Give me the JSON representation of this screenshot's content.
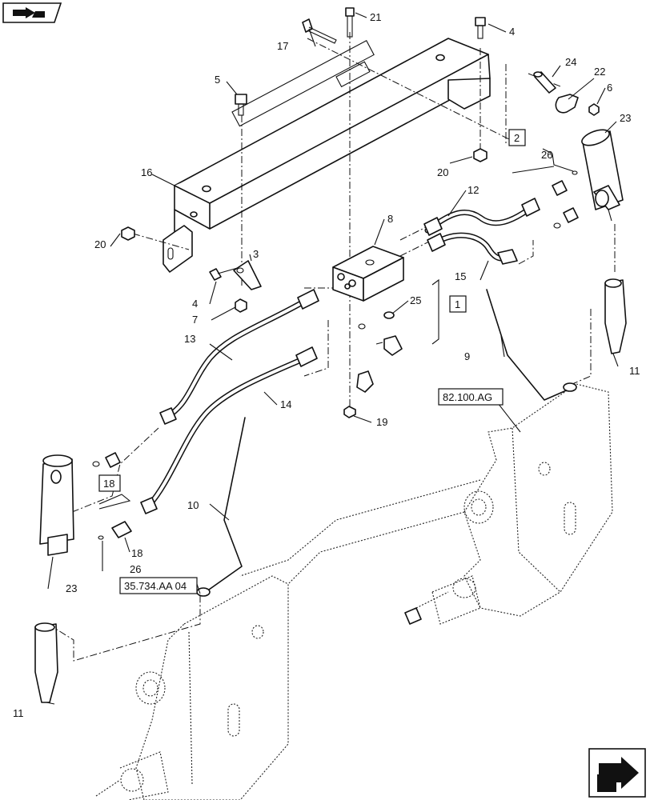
{
  "callouts": {
    "c1": "1",
    "c2": "2",
    "c3": "3",
    "c4a": "4",
    "c4b": "4",
    "c5": "5",
    "c6": "6",
    "c7": "7",
    "c8": "8",
    "c9": "9",
    "c10": "10",
    "c11a": "11",
    "c11b": "11",
    "c12": "12",
    "c13": "13",
    "c14": "14",
    "c15": "15",
    "c16": "16",
    "c17": "17",
    "c18a": "18",
    "c18b": "18",
    "c19": "19",
    "c20a": "20",
    "c20b": "20",
    "c21": "21",
    "c22": "22",
    "c23a": "23",
    "c23b": "23",
    "c24": "24",
    "c25": "25",
    "c26a": "26",
    "c26b": "26"
  },
  "references": {
    "ref_a": "82.100.AG",
    "ref_b": "35.734.AA 04"
  },
  "icons": {
    "top_left": "view-direction-icon",
    "bottom_right": "next-page-arrow-icon"
  }
}
